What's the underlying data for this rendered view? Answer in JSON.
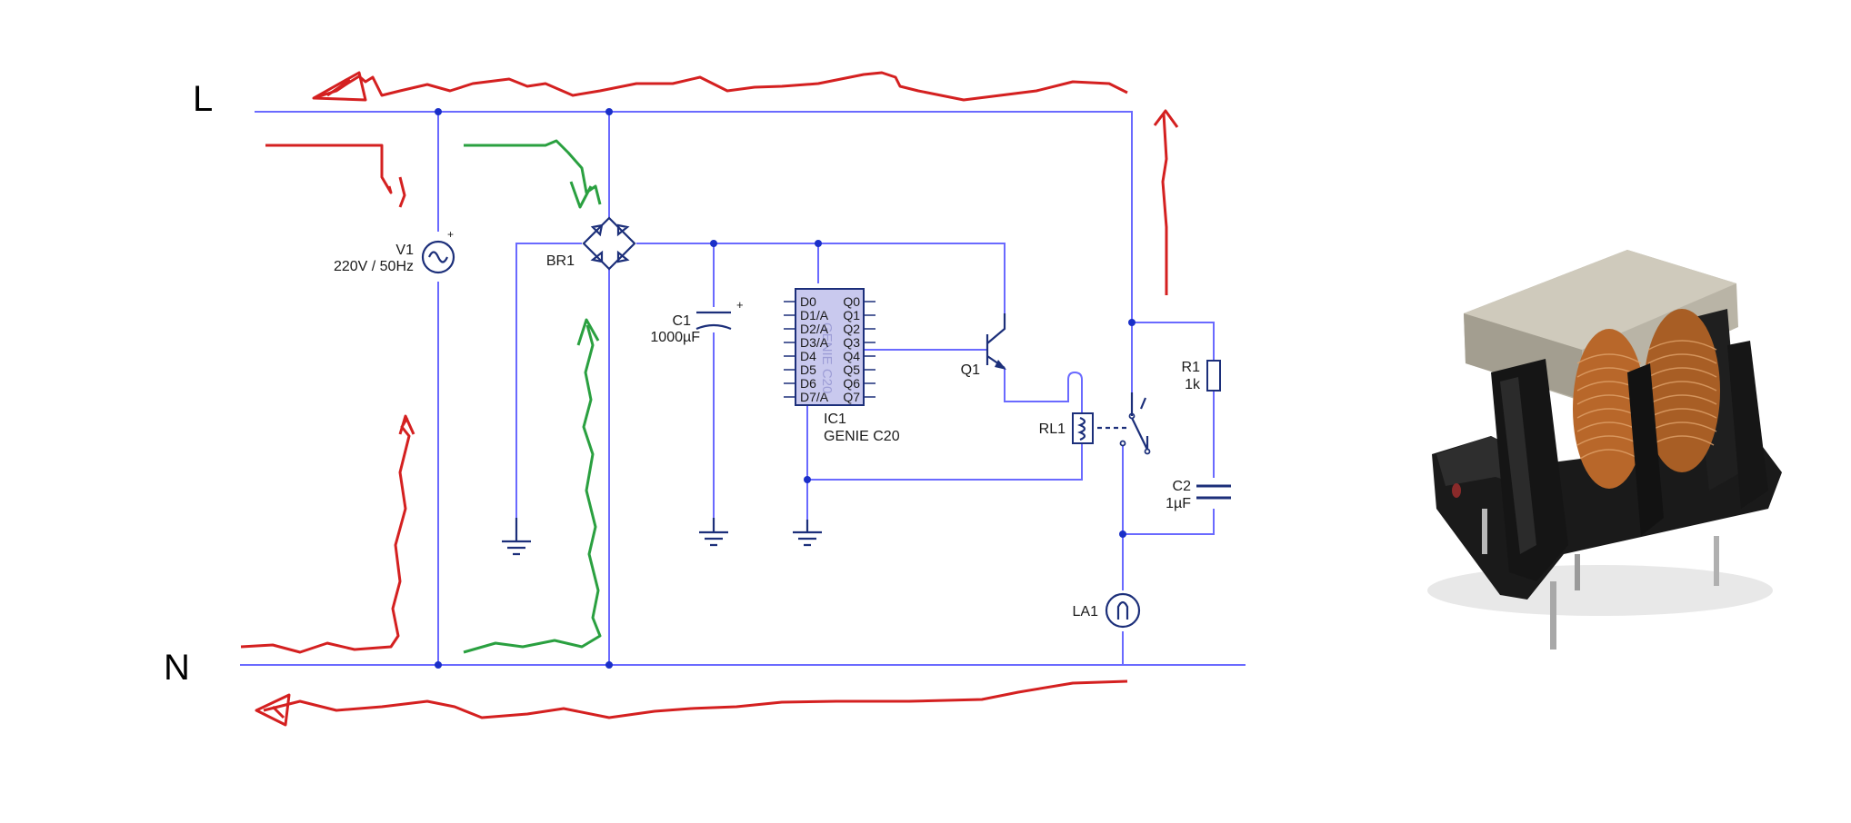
{
  "labels": {
    "line": "L",
    "neutral": "N",
    "v1_name": "V1",
    "v1_value": "220V / 50Hz",
    "br1": "BR1",
    "c1_name": "C1",
    "c1_value": "1000µF",
    "ic1_name": "IC1",
    "ic1_value": "GENIE C20",
    "ic1_watermark": "GENIE C20",
    "q1": "Q1",
    "rl1": "RL1",
    "r1_name": "R1",
    "r1_value": "1k",
    "c2_name": "C2",
    "c2_value": "1µF",
    "la1": "LA1"
  },
  "ic_pins_left": [
    "D0",
    "D1/A",
    "D2/A",
    "D3/A",
    "D4",
    "D5",
    "D6",
    "D7/A"
  ],
  "ic_pins_right": [
    "Q0",
    "Q1",
    "Q2",
    "Q3",
    "Q4",
    "Q5",
    "Q6",
    "Q7"
  ],
  "colors": {
    "wire": "#6a6aff",
    "junction": "#1a2fc8",
    "component": "#1c2f7a",
    "ic_fill": "#c9c9ee",
    "annotation_red": "#d42020",
    "annotation_green": "#2aa040",
    "choke_copper": "#b8672a",
    "choke_body": "#1a1a1a",
    "choke_clip": "#b9b4a6"
  },
  "photo": {
    "subject": "common-mode-choke-inductor"
  }
}
